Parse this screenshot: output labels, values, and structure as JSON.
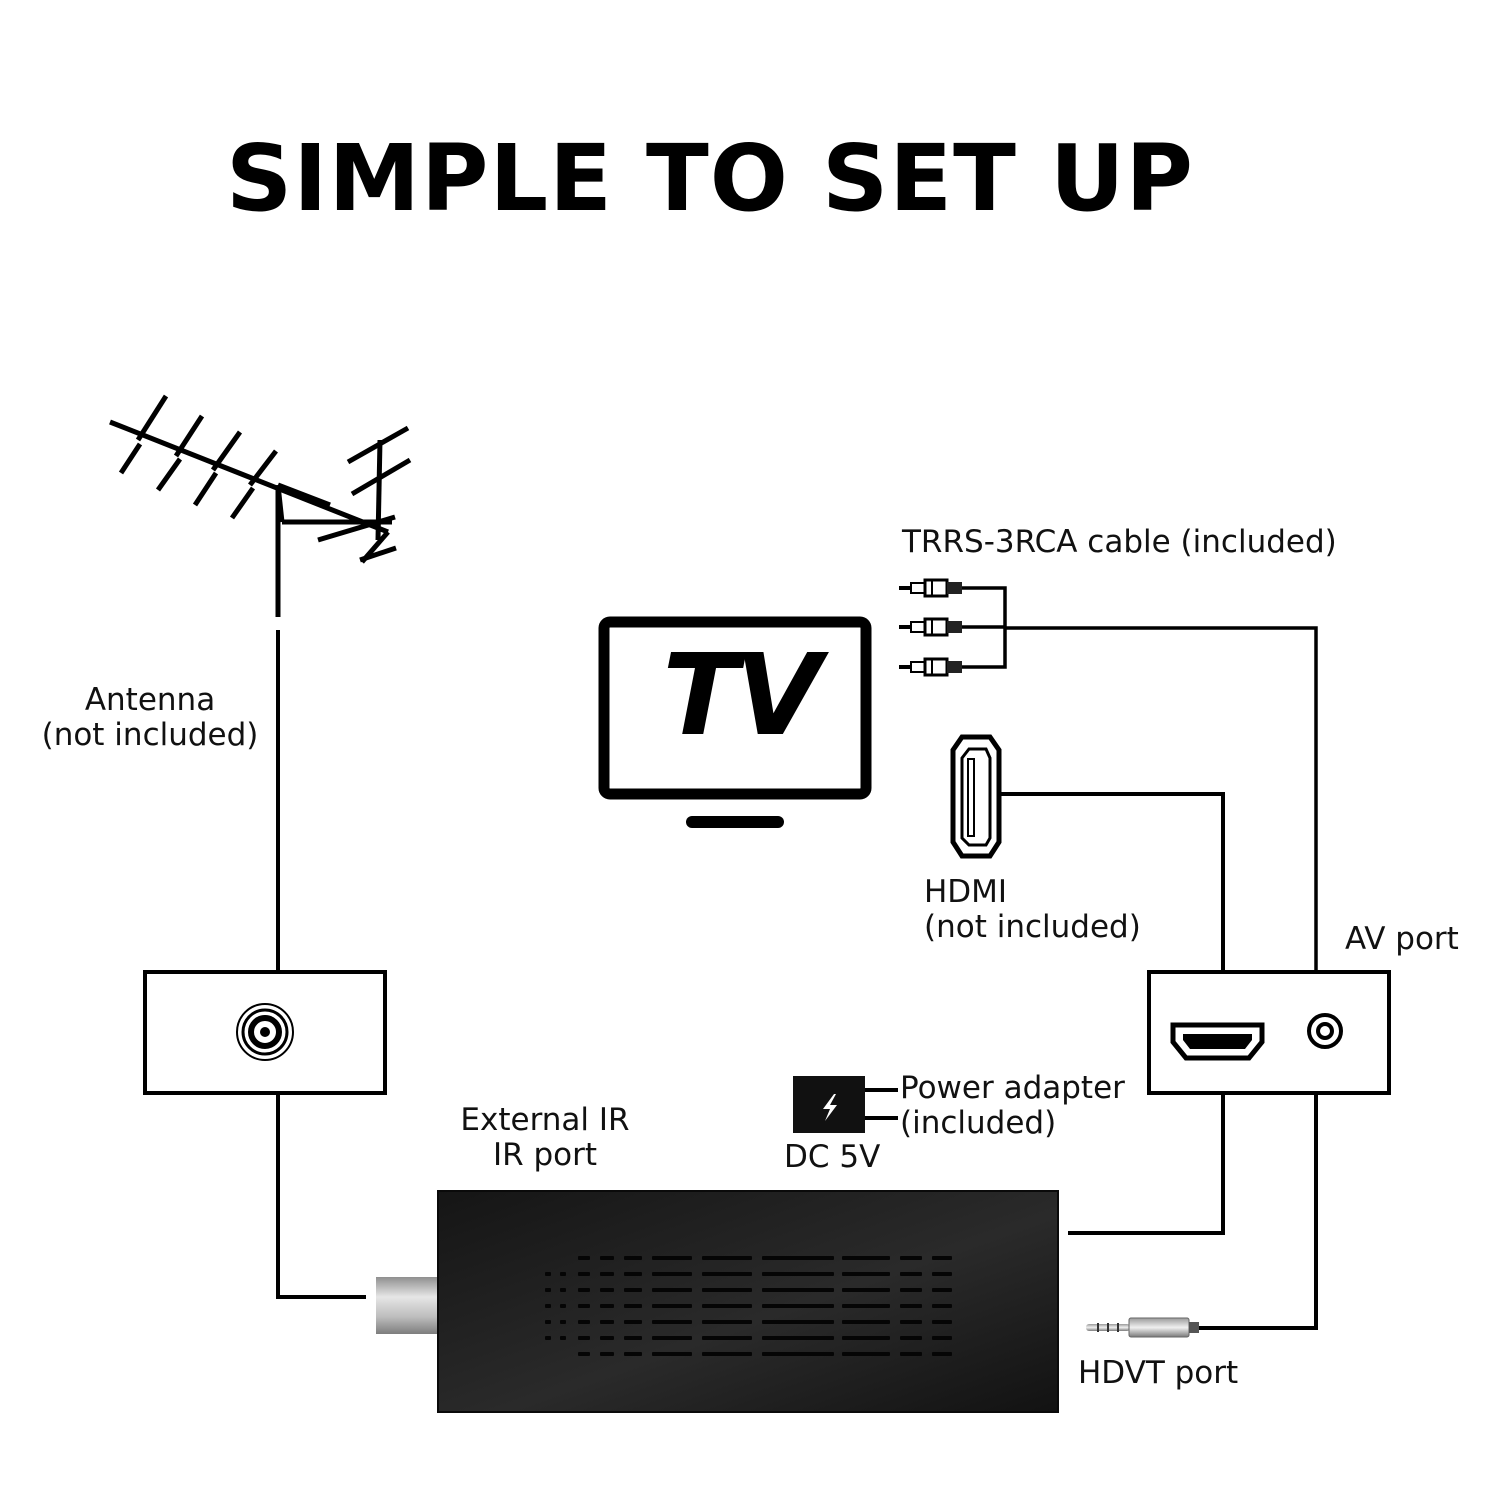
{
  "title": "SIMPLE TO SET UP",
  "tv": {
    "screen_text": "TV"
  },
  "labels": {
    "antenna": [
      "Antenna",
      "(not included)"
    ],
    "trrs_cable": "TRRS-3RCA cable (included)",
    "hdmi": [
      "HDMI",
      "(not included)"
    ],
    "av_port": "AV port",
    "power_adapter": [
      "Power adapter",
      "(included)"
    ],
    "dc": "DC 5V",
    "external_ir": [
      "External IR",
      "IR port"
    ],
    "hdvt_port": "HDVT port"
  },
  "icons": {
    "antenna": "yagi-antenna-icon",
    "tv": "tv-icon",
    "rca": "rca-plug-icon",
    "hdmi": "hdmi-connector-icon",
    "power": "lightning-bolt-icon",
    "jack": "audio-jack-icon"
  },
  "colors": {
    "line": "#000000",
    "device_body": "#1b1b1b",
    "connector": "#b9b9b9"
  }
}
